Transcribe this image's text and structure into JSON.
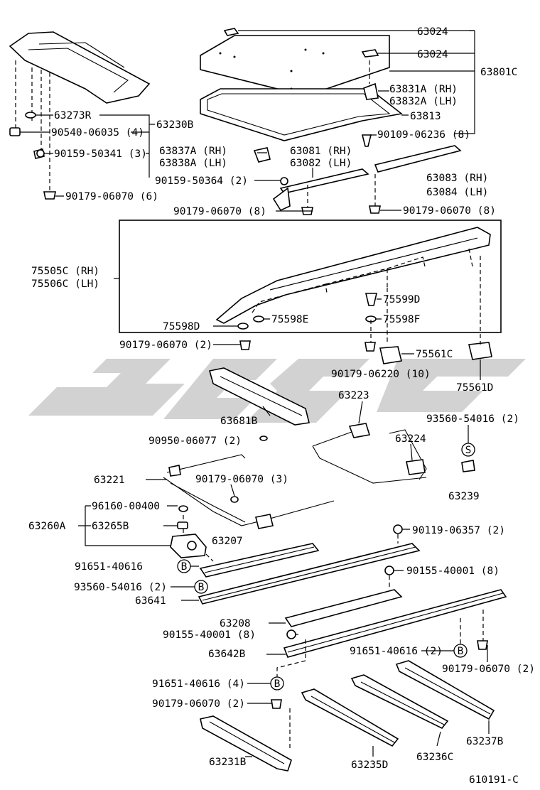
{
  "diagram": {
    "code": "610191-C",
    "labels": {
      "p63024a": "63024",
      "p63024b": "63024",
      "p63801c": "63801C",
      "p63831a": "63831A (RH)",
      "p63832a": "63832A (LH)",
      "p63813": "63813",
      "p90109": "90109-06236 (8)",
      "p63273r": "63273R",
      "p63230b": "63230B",
      "p90540": "90540-06035 (4)",
      "p90159a": "90159-50341 (3)",
      "p63837a": "63837A (RH)",
      "p63838a": "63838A (LH)",
      "p63081": "63081 (RH)",
      "p63082": "63082 (LH)",
      "p63083": "63083 (RH)",
      "p63084": "63084 (LH)",
      "p90159b": "90159-50364 (2)",
      "p90179a": "90179-06070 (6)",
      "p90179b": "90179-06070 (8)",
      "p90179c": "90179-06070 (8)",
      "p75505c": "75505C (RH)",
      "p75506c": "75506C (LH)",
      "p75599d": "75599D",
      "p75598f": "75598F",
      "p75598e": "75598E",
      "p75598d": "75598D",
      "p90179d": "90179-06070 (2)",
      "p75561c": "75561C",
      "p90179e": "90179-06220 (10)",
      "p75561d": "75561D",
      "p63223": "63223",
      "p63681b": "63681B",
      "p93560a": "93560-54016 (2)",
      "p90950": "90950-06077 (2)",
      "p63224": "63224",
      "p63221": "63221",
      "p90179f": "90179-06070 (3)",
      "p63239": "63239",
      "p96160": "96160-00400",
      "p63260a": "63260A",
      "p63265b": "63265B",
      "p63207": "63207",
      "p90119": "90119-06357 (2)",
      "p91651a": "91651-40616",
      "p90155a": "90155-40001 (8)",
      "p93560b": "93560-54016 (2)",
      "p63641": "63641",
      "p63208": "63208",
      "p90155b": "90155-40001 (8)",
      "p63642b": "63642B",
      "p91651b": "91651-40616 (2)",
      "p90179g": "90179-06070 (2)",
      "p91651c": "91651-40616 (4)",
      "p90179h": "90179-06070 (2)",
      "p63231b": "63231B",
      "p63235d": "63235D",
      "p63236c": "63236C",
      "p63237b": "63237B"
    },
    "callouts": {
      "b": "B",
      "s": "S"
    }
  }
}
